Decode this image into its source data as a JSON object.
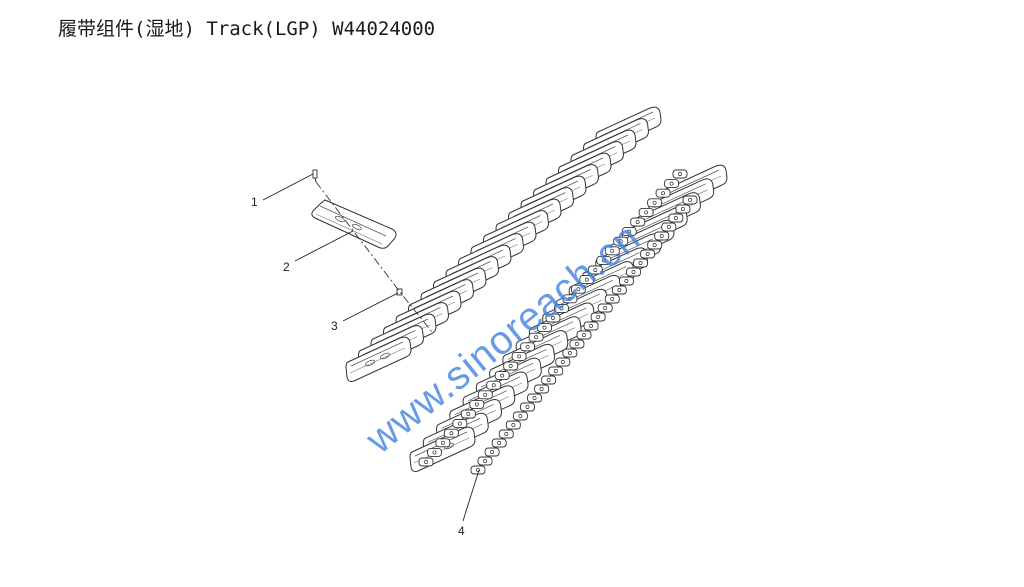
{
  "page": {
    "title": "履带组件(湿地) Track(LGP) W44024000"
  },
  "diagram": {
    "callouts": [
      {
        "id": "1",
        "label": "1",
        "part": "bolt"
      },
      {
        "id": "2",
        "label": "2",
        "part": "track-shoe"
      },
      {
        "id": "3",
        "label": "3",
        "part": "nut"
      },
      {
        "id": "4",
        "label": "4",
        "part": "track-chain-assembly"
      }
    ],
    "watermark": "www.sinoreach.cn",
    "colors": {
      "line": "#333333",
      "shoe_fill": "#ffffff",
      "watermark": "#3d7fe0"
    }
  }
}
